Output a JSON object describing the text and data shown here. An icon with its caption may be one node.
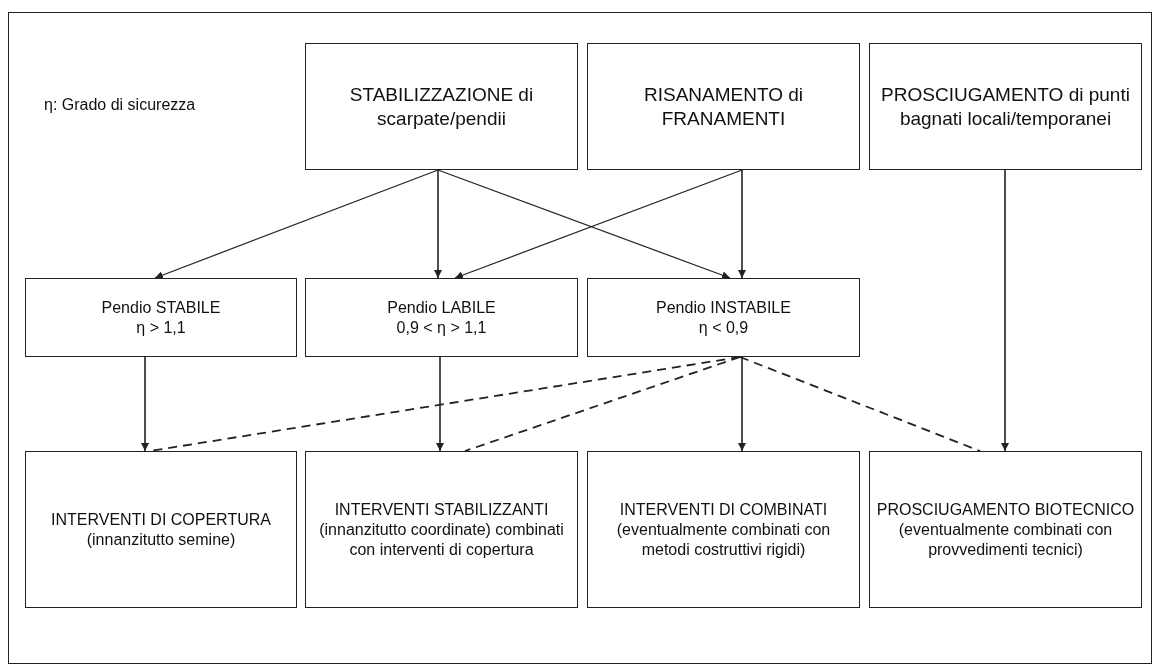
{
  "diagram": {
    "nodes": [
      {
        "text": [
          "STABILIZZAZIONE di scarpate/pendii"
        ]
      },
      {
        "text": [
          "RISANAMENTO di FRANAMENTI"
        ]
      },
      {
        "text": [
          "PROSCIUGAMENTO di punti bagnati locali/temporanei"
        ]
      },
      {
        "text": [
          "Pendio STABILE",
          "η > 1,1"
        ]
      },
      {
        "text": [
          "Pendio LABILE",
          "0,9 < η > 1,1"
        ]
      },
      {
        "text": [
          "Pendio INSTABILE",
          "η < 0,9"
        ]
      },
      {
        "text": [
          "INTERVENTI DI COPERTURA",
          "(innanzitutto semine)"
        ]
      },
      {
        "text": [
          "INTERVENTI STABILIZZANTI",
          "(innanzitutto coordinate) combinati con interventi di copertura"
        ]
      },
      {
        "text": [
          "INTERVENTI DI COMBINATI",
          "(eventualmente combinati con metodi costruttivi rigidi)"
        ]
      },
      {
        "text": [
          "PROSCIUGAMENTO BIOTECNICO",
          "(eventualmente combinati con provvedimenti tecnici)"
        ]
      }
    ],
    "edges": [
      {
        "from": 0,
        "to": 3,
        "arrow": "to"
      },
      {
        "from": 0,
        "to": 4,
        "arrow": "to"
      },
      {
        "from": 0,
        "to": 5,
        "arrow": "to"
      },
      {
        "from": 1,
        "to": 4,
        "arrow": "to"
      },
      {
        "from": 1,
        "to": 5,
        "arrow": "to"
      },
      {
        "from": 2,
        "to": 9,
        "arrow": "to"
      },
      {
        "from": 3,
        "to": 6,
        "arrow": "to"
      },
      {
        "from": 4,
        "to": 7,
        "arrow": "to"
      },
      {
        "from": 5,
        "to": 8,
        "arrow": "to"
      },
      {
        "from": 5,
        "to": 6,
        "arrow": "none",
        "style": "dashed"
      },
      {
        "from": 5,
        "to": 7,
        "arrow": "none",
        "style": "dashed"
      },
      {
        "from": 5,
        "to": 9,
        "arrow": "none",
        "style": "dashed"
      }
    ],
    "labels": [
      "η: Grado di sicurezza"
    ]
  }
}
